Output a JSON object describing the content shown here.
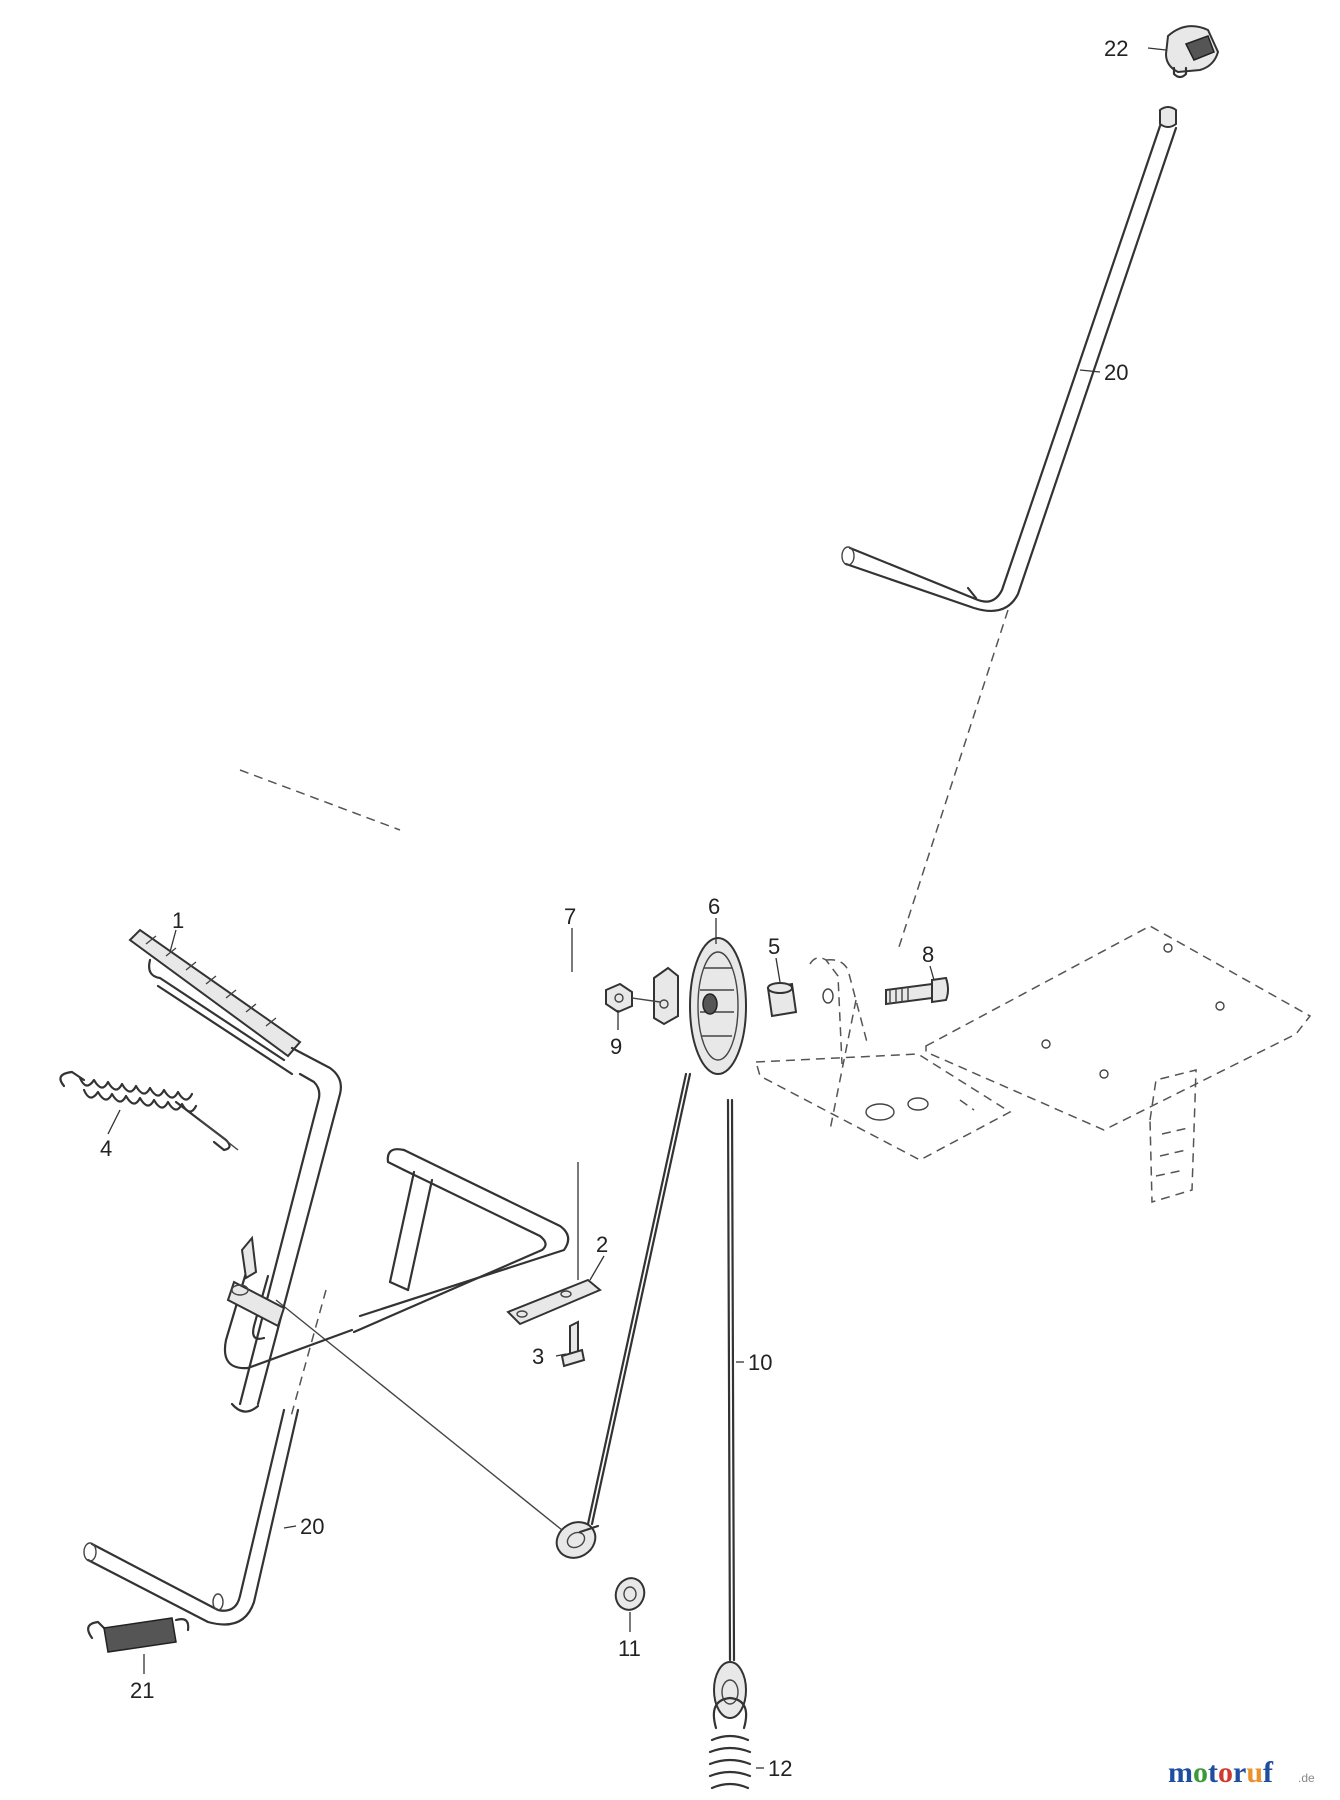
{
  "callouts": [
    "1",
    "2",
    "3",
    "4",
    "5",
    "6",
    "7",
    "8",
    "9",
    "10",
    "11",
    "12",
    "20",
    "20",
    "21",
    "22"
  ],
  "watermark": {
    "brand": "motoruf",
    "tld": ".de"
  },
  "colors": {
    "line": "#333333",
    "background": "#ffffff",
    "wm_blue": "#1f4ea1",
    "wm_green": "#3a9a3a",
    "wm_red": "#d2382e",
    "wm_orange": "#e8932c"
  }
}
